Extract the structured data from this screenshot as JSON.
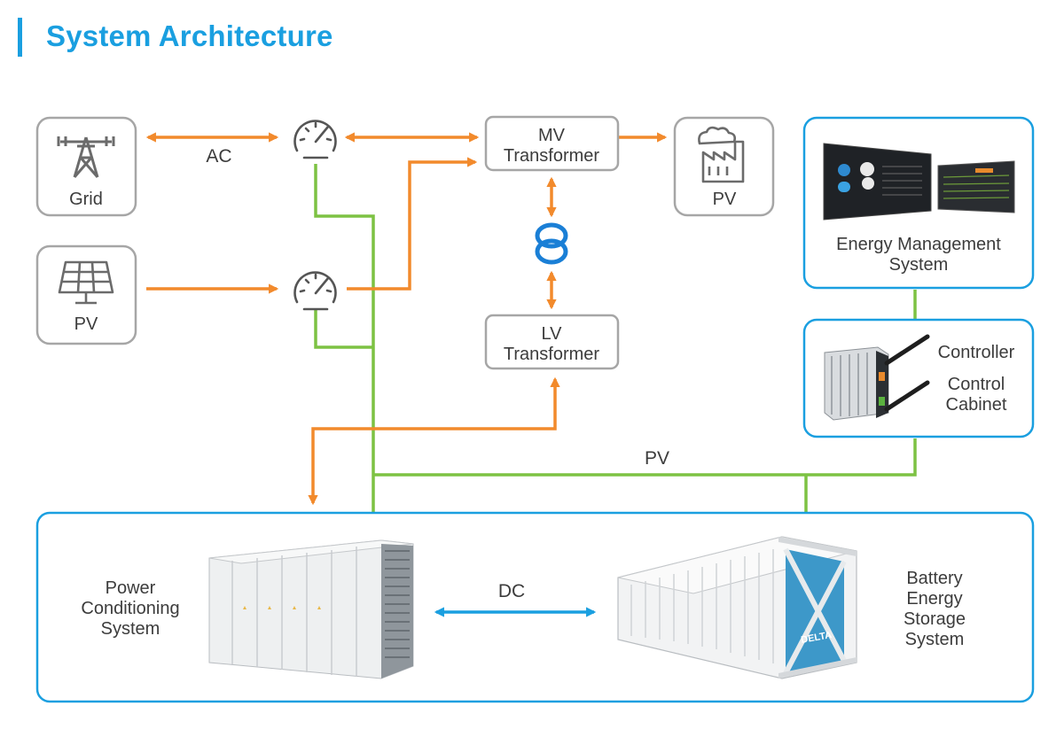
{
  "title": "System Architecture",
  "colors": {
    "accent": "#1a9fe0",
    "ac_line": "#f28a2c",
    "pv_line": "#7dc243",
    "dc_line": "#1a9fe0",
    "box_gray": "#a6a6a6",
    "text": "#3c3c3c"
  },
  "nodes": {
    "grid": {
      "label": "Grid",
      "icon": "transmission-tower-icon"
    },
    "pv_source": {
      "label": "PV",
      "icon": "solar-panel-icon"
    },
    "meter_top": {
      "icon": "meter-gauge-icon"
    },
    "meter_bottom": {
      "icon": "meter-gauge-icon"
    },
    "mv_transformer": {
      "label_line1": "MV",
      "label_line2": "Transformer"
    },
    "lv_transformer": {
      "label_line1": "LV",
      "label_line2": "Transformer"
    },
    "transformer_symbol": {
      "icon": "transformer-coils-icon"
    },
    "pv_load": {
      "label": "PV",
      "icon": "factory-icon"
    },
    "ems": {
      "label_line1": "Energy Management",
      "label_line2": "System",
      "icon": "dashboard-screens-image"
    },
    "control_cabinet": {
      "controller_label": "Controller",
      "label_line1": "Control",
      "label_line2": "Cabinet",
      "icon": "controller-device-image"
    },
    "pcs": {
      "label_line1": "Power",
      "label_line2": "Conditioning",
      "label_line3": "System",
      "icon": "pcs-cabinet-image"
    },
    "bess": {
      "label_line1": "Battery",
      "label_line2": "Energy",
      "label_line3": "Storage",
      "label_line4": "System",
      "icon": "battery-container-image",
      "brand": "DELTA"
    }
  },
  "link_labels": {
    "ac": "AC",
    "pv_bus": "PV",
    "dc": "DC"
  }
}
